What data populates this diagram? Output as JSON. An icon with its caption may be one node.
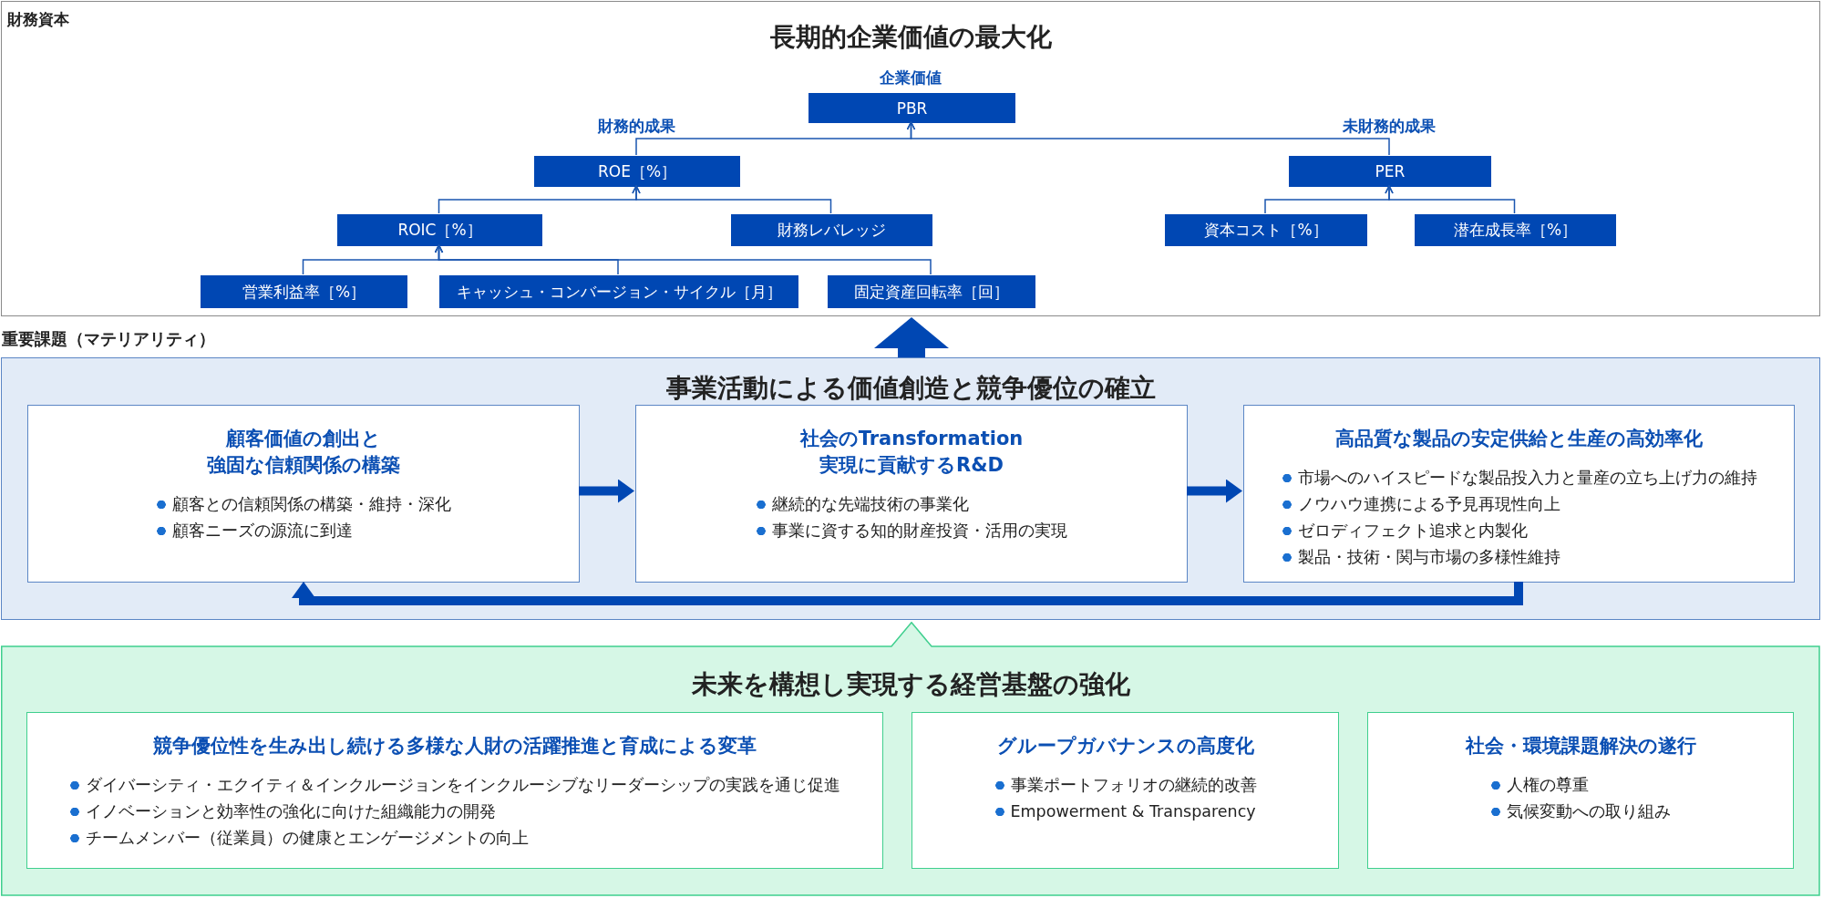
{
  "diagram": {
    "nodes": [
      {
        "text": [
          "財務資本",
          "長期的企業価値の最大化"
        ]
      },
      {
        "text": [
          "PBR"
        ],
        "in": 0,
        "beside": [
          "企業価値"
        ]
      },
      {
        "text": [
          "ROE［%］"
        ],
        "in": 0,
        "beside": [
          "財務的成果"
        ]
      },
      {
        "text": [
          "PER"
        ],
        "in": 0,
        "beside": [
          "未財務的成果"
        ]
      },
      {
        "text": [
          "ROIC［%］"
        ],
        "in": 0
      },
      {
        "text": [
          "財務レバレッジ"
        ],
        "in": 0
      },
      {
        "text": [
          "資本コスト［%］"
        ],
        "in": 0
      },
      {
        "text": [
          "潜在成長率［%］"
        ],
        "in": 0
      },
      {
        "text": [
          "営業利益率［%］"
        ],
        "in": 0
      },
      {
        "text": [
          "キャッシュ・コンバージョン・サイクル［月］"
        ],
        "in": 0
      },
      {
        "text": [
          "固定資産回転率［回］"
        ],
        "in": 0
      },
      {
        "text": [
          "事業活動による価値創造と競争優位の確立"
        ],
        "beside": [
          "重要課題（マテリアリティ）"
        ]
      },
      {
        "text": [
          "顧客価値の創出と強固な信頼関係の構築",
          "顧客との信頼関係の構築・維持・深化",
          "顧客ニーズの源流に到達"
        ],
        "in": 11
      },
      {
        "text": [
          "社会のTransformation実現に貢献するR&D",
          "継続的な先端技術の事業化",
          "事業に資する知的財産投資・活用の実現"
        ],
        "in": 11
      },
      {
        "text": [
          "高品質な製品の安定供給と生産の高効率化",
          "市場へのハイスピードな製品投入力と量産の立ち上げ力の維持",
          "ノウハウ連携による予見再現性向上",
          "ゼロディフェクト追求と内製化",
          "製品・技術・関与市場の多様性維持"
        ],
        "in": 11
      },
      {
        "text": [
          "未来を構想し実現する経営基盤の強化"
        ]
      },
      {
        "text": [
          "競争優位性を生み出し続ける多様な人財の活躍推進と育成による変革",
          "ダイバーシティ・エクイティ＆インクルージョンをインクルーシブなリーダーシップの実践を通じ促進",
          "イノベーションと効率性の強化に向けた組織能力の開発",
          "チームメンバー（従業員）の健康とエンゲージメントの向上"
        ],
        "in": 15
      },
      {
        "text": [
          "グループガバナンスの高度化",
          "事業ポートフォリオの継続的改善",
          "Empowerment & Transparency"
        ],
        "in": 15
      },
      {
        "text": [
          "社会・環境課題解決の遂行",
          "人権の尊重",
          "気候変動への取り組み"
        ],
        "in": 15
      }
    ],
    "edges": [
      {
        "from": 2,
        "to": 1,
        "arrow": "to"
      },
      {
        "from": 3,
        "to": 1,
        "arrow": "to"
      },
      {
        "from": 4,
        "to": 2,
        "arrow": "to"
      },
      {
        "from": 5,
        "to": 2,
        "arrow": "to"
      },
      {
        "from": 6,
        "to": 3,
        "arrow": "to"
      },
      {
        "from": 7,
        "to": 3,
        "arrow": "to"
      },
      {
        "from": 8,
        "to": 4,
        "arrow": "to"
      },
      {
        "from": 9,
        "to": 4,
        "arrow": "to"
      },
      {
        "from": 10,
        "to": 4,
        "arrow": "to"
      },
      {
        "from": 11,
        "to": 0,
        "arrow": "to",
        "style": "thick"
      },
      {
        "from": 12,
        "to": 13,
        "arrow": "to",
        "style": "thick"
      },
      {
        "from": 13,
        "to": 14,
        "arrow": "to",
        "style": "thick"
      },
      {
        "from": 14,
        "to": 12,
        "arrow": "to",
        "style": "thick"
      }
    ]
  }
}
